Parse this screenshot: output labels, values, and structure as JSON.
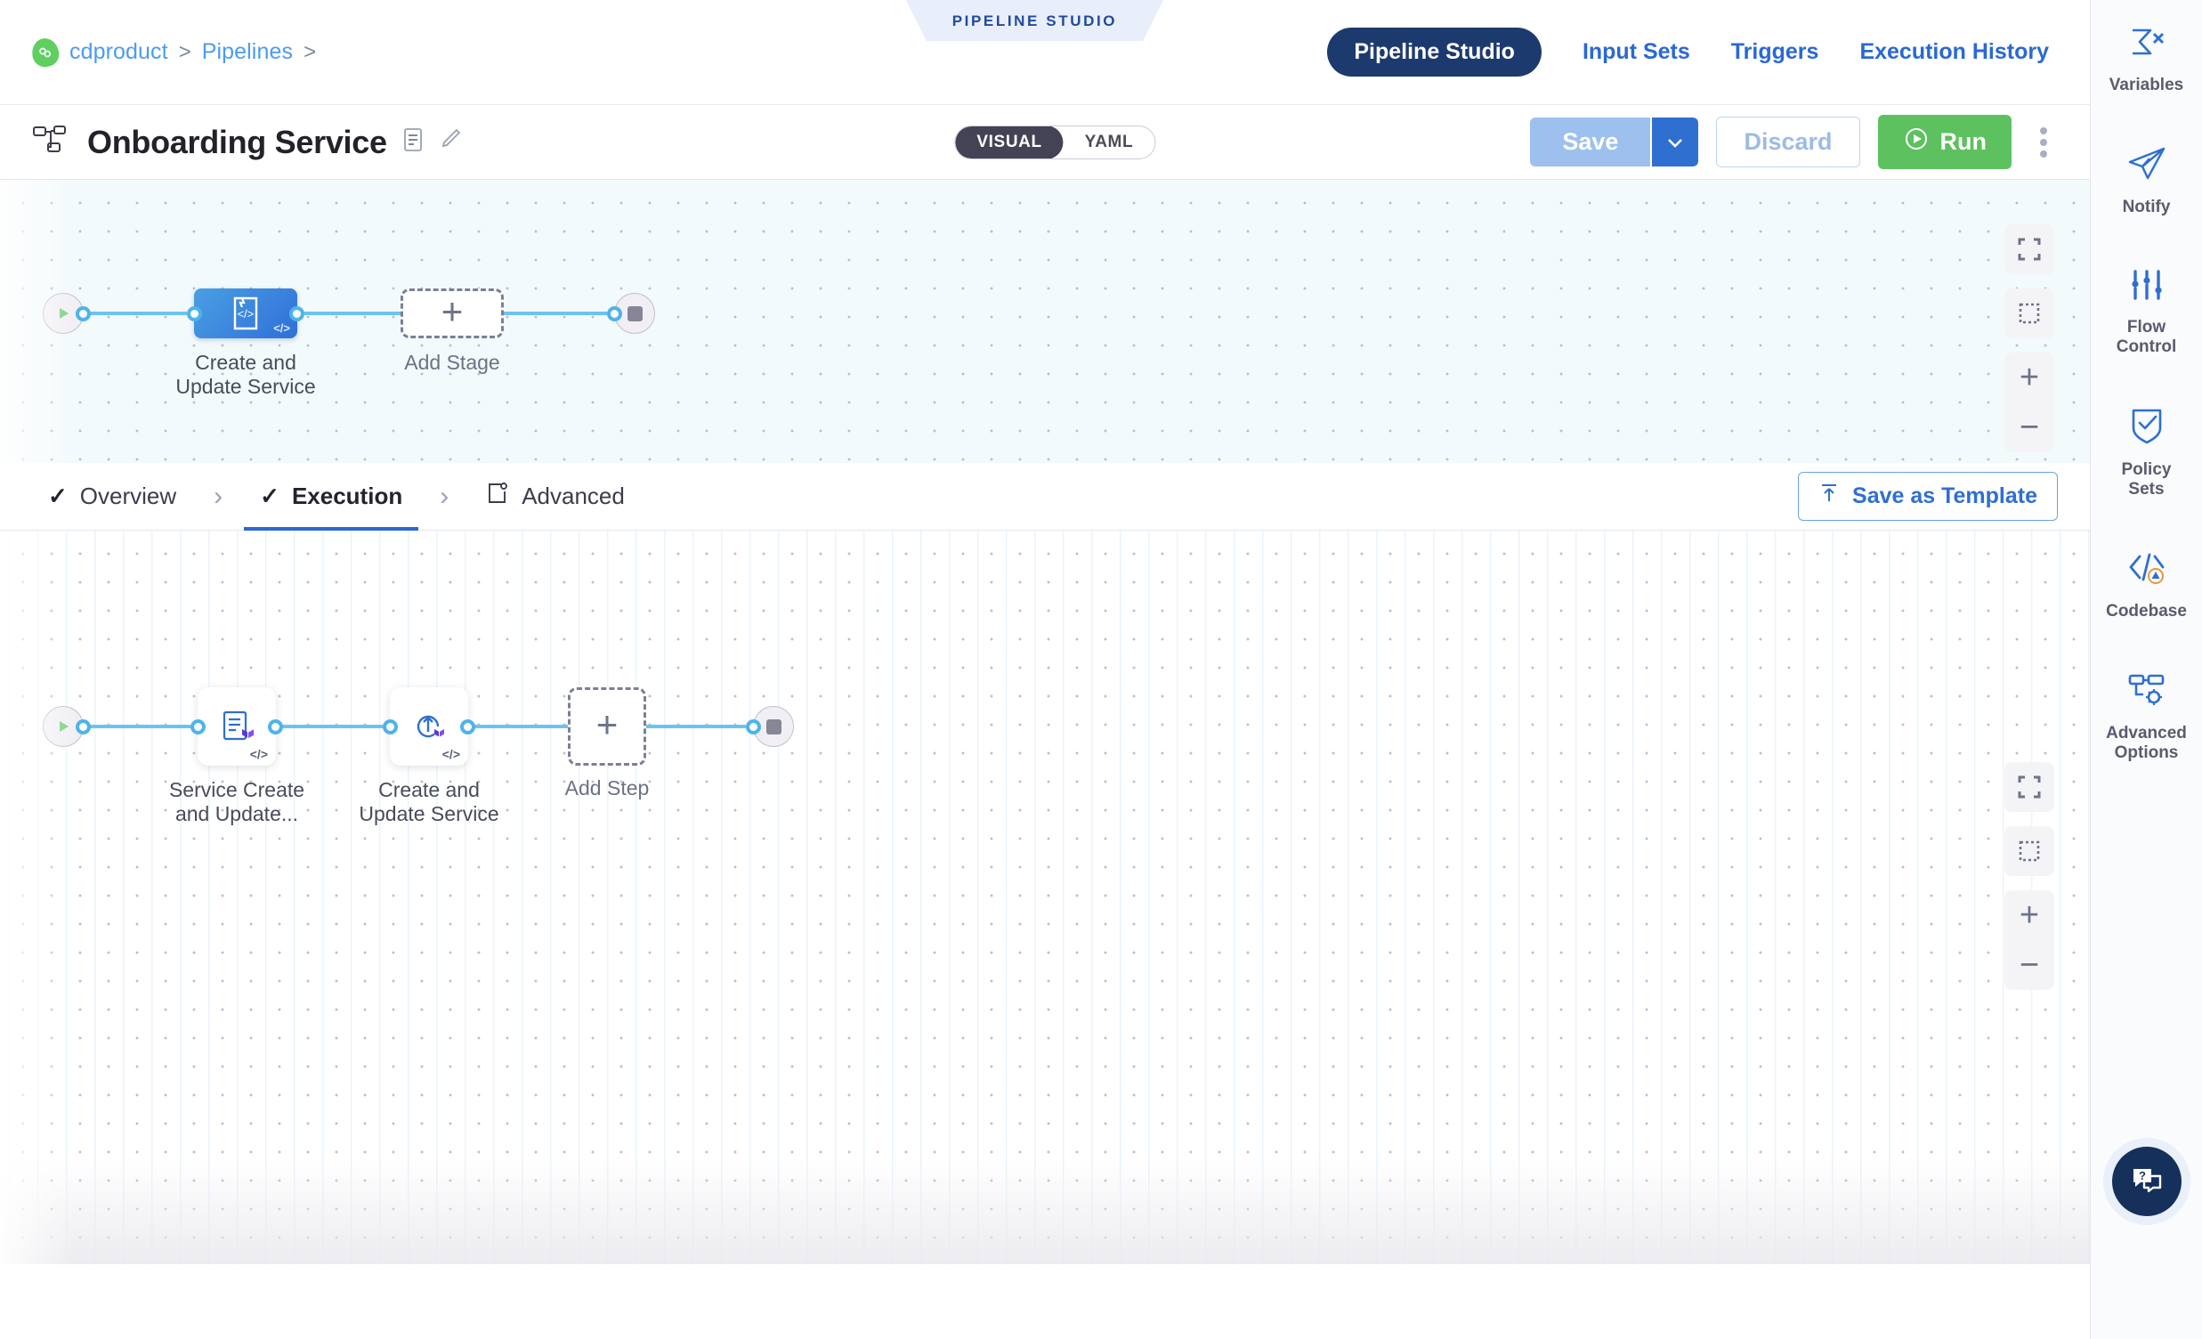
{
  "header": {
    "breadcrumb": {
      "project": "cdproduct",
      "section": "Pipelines",
      "separator": ">"
    },
    "studio_banner": "PIPELINE STUDIO",
    "nav": [
      {
        "label": "Pipeline Studio",
        "active": true
      },
      {
        "label": "Input Sets",
        "active": false
      },
      {
        "label": "Triggers",
        "active": false
      },
      {
        "label": "Execution History",
        "active": false
      }
    ],
    "accent_active_tab": "#1d3a6e",
    "accent_link": "#2a68d4"
  },
  "toolbar": {
    "pipeline_icon": "pipeline-icon",
    "title": "Onboarding Service",
    "description_icon": "description-icon",
    "edit_icon": "pencil-icon",
    "mode_toggle": {
      "options": [
        "VISUAL",
        "YAML"
      ],
      "selected": "VISUAL"
    },
    "save_label": "Save",
    "save_caret_icon": "chevron-down-icon",
    "discard_label": "Discard",
    "run_label": "Run",
    "run_icon": "play-circle-icon",
    "more_icon": "kebab-menu-icon",
    "run_color": "#5cc15e",
    "save_color": "#9dc0ef"
  },
  "stage_canvas": {
    "start_node": "start-node",
    "stage": {
      "label_line1": "Create and",
      "label_line2": "Update Service",
      "icon": "deployment-template-icon",
      "code_badge": "</>"
    },
    "add_stage": {
      "label": "Add Stage",
      "plus": "+"
    },
    "end_node": "stop-node",
    "controls": [
      "fit-screen-icon",
      "selection-box-icon",
      "zoom-in",
      "zoom-out"
    ],
    "zoom_in": "+",
    "zoom_out": "−"
  },
  "tabs": {
    "items": [
      {
        "label": "Overview",
        "icon": "check-icon",
        "active": false
      },
      {
        "label": "Execution",
        "icon": "check-icon",
        "active": true
      },
      {
        "label": "Advanced",
        "icon": "advanced-gear-icon",
        "active": false
      }
    ],
    "arrow": "›",
    "check": "✓",
    "save_as_template": "Save as Template",
    "save_as_template_icon": "upload-template-icon"
  },
  "execution_canvas": {
    "start_node": "start-node",
    "steps": [
      {
        "label_line1": "Service Create",
        "label_line2": "and Update...",
        "icon": "terraform-plan-icon",
        "code_badge": "</>"
      },
      {
        "label_line1": "Create and",
        "label_line2": "Update Service",
        "icon": "terraform-apply-icon",
        "code_badge": "</>"
      }
    ],
    "add_step": {
      "label": "Add Step",
      "plus": "+"
    },
    "end_node": "stop-node",
    "zoom_in": "+",
    "zoom_out": "−"
  },
  "sidebar": {
    "items": [
      {
        "label": "Variables",
        "icon": "sigma-variables-icon"
      },
      {
        "label": "Notify",
        "icon": "paper-plane-icon"
      },
      {
        "label": "Flow\nControl",
        "label_line1": "Flow",
        "label_line2": "Control",
        "icon": "sliders-icon"
      },
      {
        "label": "Policy\nSets",
        "label_line1": "Policy",
        "label_line2": "Sets",
        "icon": "shield-check-icon"
      },
      {
        "label": "Codebase",
        "icon": "codebase-warning-icon"
      },
      {
        "label": "Advanced\nOptions",
        "label_line1": "Advanced",
        "label_line2": "Options",
        "icon": "advanced-options-icon"
      }
    ],
    "help_icon": "help-chat-icon"
  }
}
